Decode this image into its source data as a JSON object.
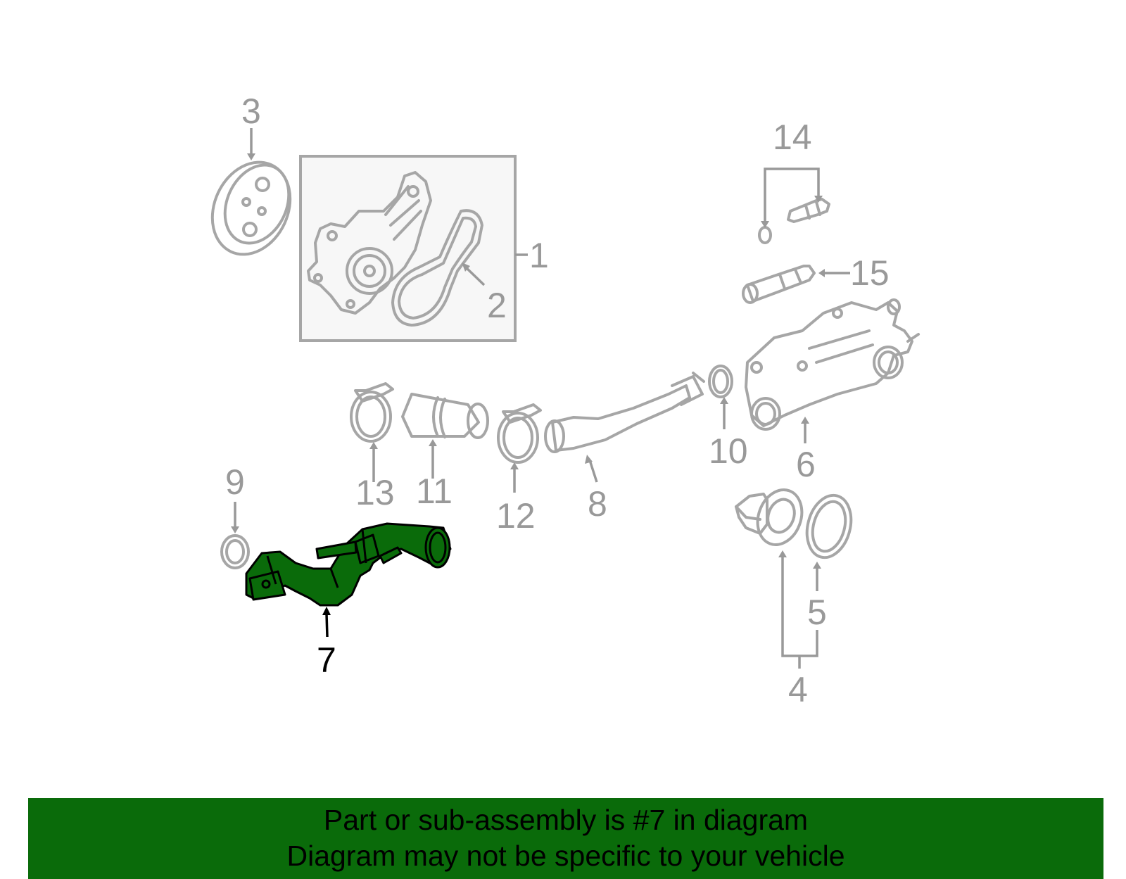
{
  "diagram": {
    "highlight_color": "#0a6b0a",
    "line_color": "#a6a6a6",
    "highlighted_part": "7",
    "callouts": [
      "1",
      "2",
      "3",
      "4",
      "5",
      "6",
      "7",
      "8",
      "9",
      "10",
      "11",
      "12",
      "13",
      "14",
      "15"
    ]
  },
  "banner": {
    "line1": "Part or sub-assembly is #7 in diagram",
    "line2": "Diagram may not be specific to your vehicle",
    "background": "#0a6b0a"
  }
}
